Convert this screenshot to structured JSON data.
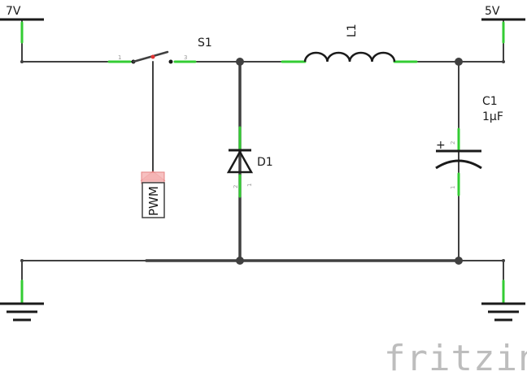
{
  "labels": {
    "vin": "7V",
    "vout": "5V",
    "switch": "S1",
    "inductor": "L1",
    "diode": "D1",
    "cap_name": "C1",
    "cap_value": "1µF",
    "cap_polarity": "+",
    "pwm": "PWM"
  },
  "pins": {
    "s1_pin1": "1",
    "s1_pin3": "3",
    "d1_pin2": "2",
    "d1_pin1": "1",
    "c1_pin2": "2",
    "c1_pin1": "1"
  },
  "watermark": "fritzing",
  "colors": {
    "wire": "#404040",
    "connector": "#33cc33",
    "pwm_pin": "#ee8888"
  }
}
